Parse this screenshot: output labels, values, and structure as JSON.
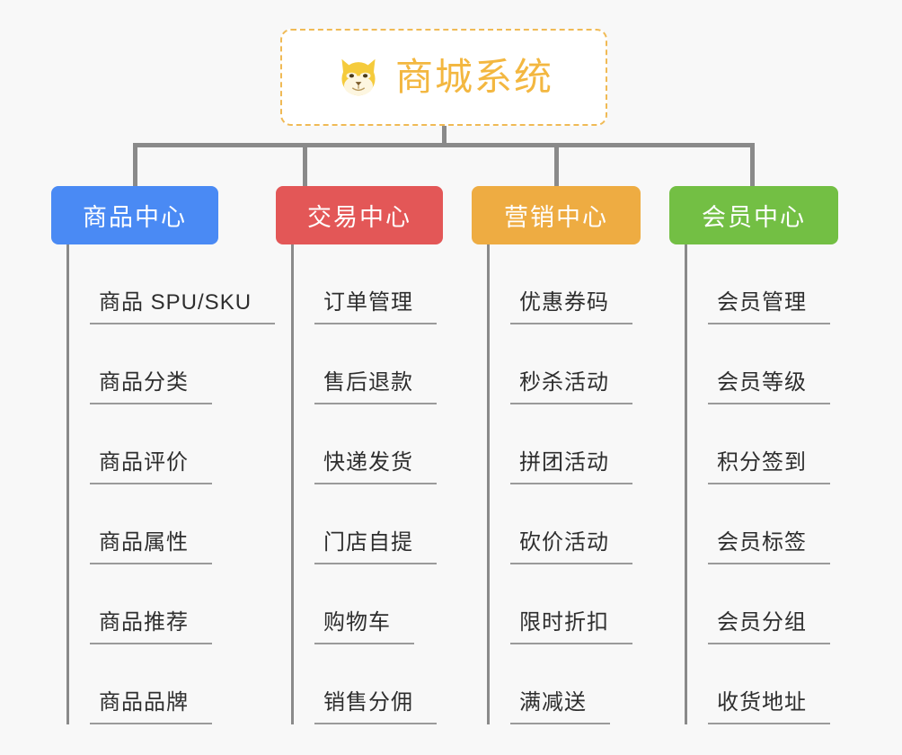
{
  "background_color": "#f8f8f8",
  "root": {
    "title": "商城系统",
    "icon": "shiba-dog-face-icon",
    "title_color": "#f3b740",
    "border_color": "#f0ba55"
  },
  "columns": [
    {
      "header": "商品中心",
      "color": "#4a8af4",
      "items": [
        "商品 SPU/SKU",
        "商品分类",
        "商品评价",
        "商品属性",
        "商品推荐",
        "商品品牌"
      ]
    },
    {
      "header": "交易中心",
      "color": "#e35757",
      "items": [
        "订单管理",
        "售后退款",
        "快递发货",
        "门店自提",
        "购物车",
        "销售分佣"
      ]
    },
    {
      "header": "营销中心",
      "color": "#eeac42",
      "items": [
        "优惠券码",
        "秒杀活动",
        "拼团活动",
        "砍价活动",
        "限时折扣",
        "满减送"
      ]
    },
    {
      "header": "会员中心",
      "color": "#73bf44",
      "items": [
        "会员管理",
        "会员等级",
        "积分签到",
        "会员标签",
        "会员分组",
        "收货地址"
      ]
    }
  ]
}
